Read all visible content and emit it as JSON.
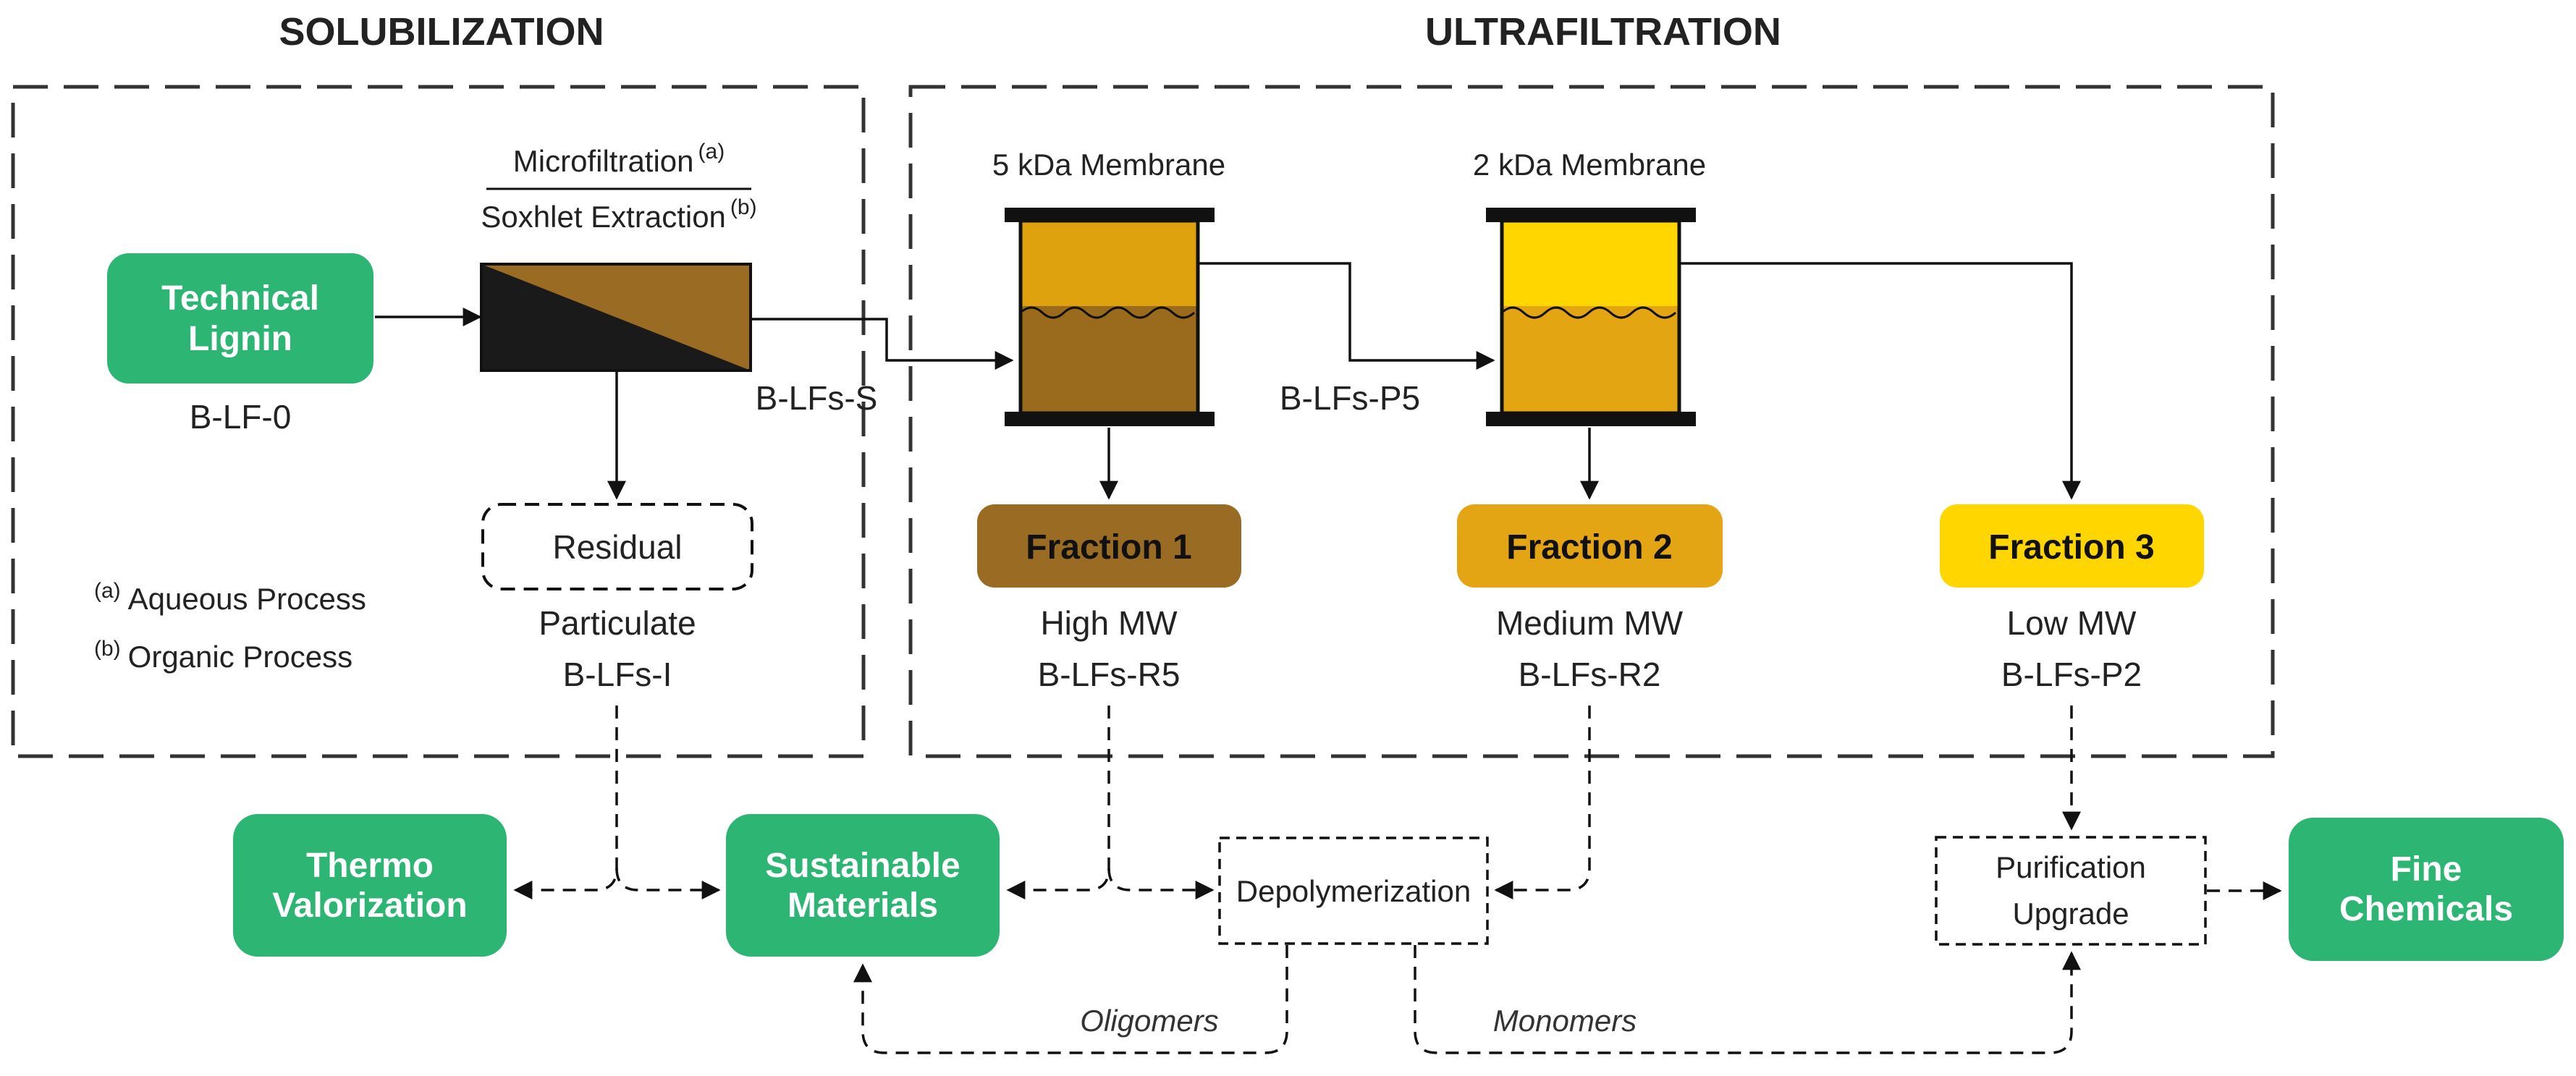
{
  "headers": {
    "solubilization": "SOLUBILIZATION",
    "ultrafiltration": "ULTRAFILTRATION"
  },
  "solubilization": {
    "technical_lignin": {
      "line1": "Technical",
      "line2": "Lignin",
      "code": "B-LF-0"
    },
    "separator": {
      "top_label": "Microfiltration",
      "top_sup": "(a)",
      "bottom_label": "Soxhlet Extraction",
      "bottom_sup": "(b)"
    },
    "residual": {
      "label": "Residual",
      "desc": "Particulate",
      "code": "B-LFs-I"
    },
    "legend": [
      {
        "sup": "(a)",
        "text": "Aqueous Process"
      },
      {
        "sup": "(b)",
        "text": "Organic Process"
      }
    ],
    "stream_out": "B-LFs-S"
  },
  "ultrafiltration": {
    "membrane1": {
      "label": "5 kDa Membrane",
      "top_color": "#DDA20E",
      "bottom_color": "#9A6B1C"
    },
    "membrane2": {
      "label": "2 kDa Membrane",
      "top_color": "#FFD600",
      "bottom_color": "#E3A511"
    },
    "stream_p5": "B-LFs-P5",
    "fractions": [
      {
        "label": "Fraction 1",
        "mw": "High MW",
        "code": "B-LFs-R5",
        "color": "#9A6B23"
      },
      {
        "label": "Fraction 2",
        "mw": "Medium MW",
        "code": "B-LFs-R2",
        "color": "#E3A513"
      },
      {
        "label": "Fraction 3",
        "mw": "Low MW",
        "code": "B-LFs-P2",
        "color": "#FFD600"
      }
    ]
  },
  "applications": {
    "thermo": {
      "line1": "Thermo",
      "line2": "Valorization"
    },
    "sustainable": {
      "line1": "Sustainable",
      "line2": "Materials"
    },
    "depolymerization": "Depolymerization",
    "purification": {
      "line1": "Purification",
      "line2": "Upgrade"
    },
    "fine": {
      "line1": "Fine",
      "line2": "Chemicals"
    },
    "oligomers": "Oligomers",
    "monomers": "Monomers"
  },
  "colors": {
    "green": "#2DB573",
    "separator_dark": "#1A1A1A",
    "separator_brown": "#9A6B23"
  }
}
